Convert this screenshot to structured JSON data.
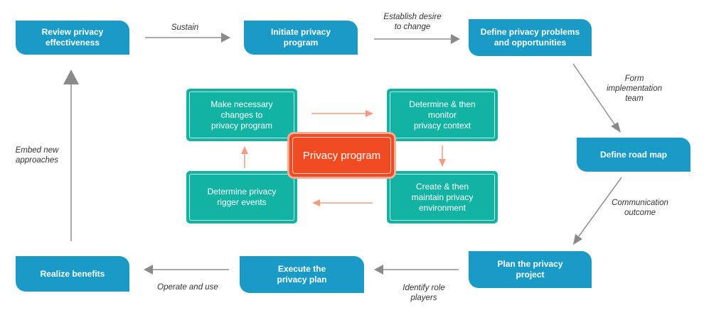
{
  "outer_steps": {
    "review": "Review privacy\neffectiveness",
    "initiate": "Initiate privacy\nprogram",
    "define_problems": "Define privacy problems\nand opportunities",
    "road_map": "Define road map",
    "plan": "Plan the privacy\nproject",
    "execute": "Execute the\nprivacy plan",
    "realize": "Realize benefits"
  },
  "transitions": {
    "sustain": "Sustain",
    "establish_desire": "Establish desire\nto change",
    "form_team": "Form\nimplementation\nteam",
    "communication": "Communication\noutcome",
    "identify_roles": "Identify role\nplayers",
    "operate_use": "Operate and use",
    "embed": "Embed new\napproaches"
  },
  "inner_cycle": {
    "make_changes": "Make necessary\nchanges to\nprivacy program",
    "monitor": "Determine & then\nmonitor\nprivacy context",
    "create_env": "Create & then\nmaintain privacy\nenvironment",
    "trigger_events": "Determine privacy\nrigger events"
  },
  "center": {
    "label": "Privacy program"
  },
  "colors": {
    "step": "#1a9bc7",
    "inner": "#13b3a4",
    "core": "#f04b23",
    "inner_arrow": "#f59a82",
    "outer_arrow": "#8a8a8a"
  }
}
